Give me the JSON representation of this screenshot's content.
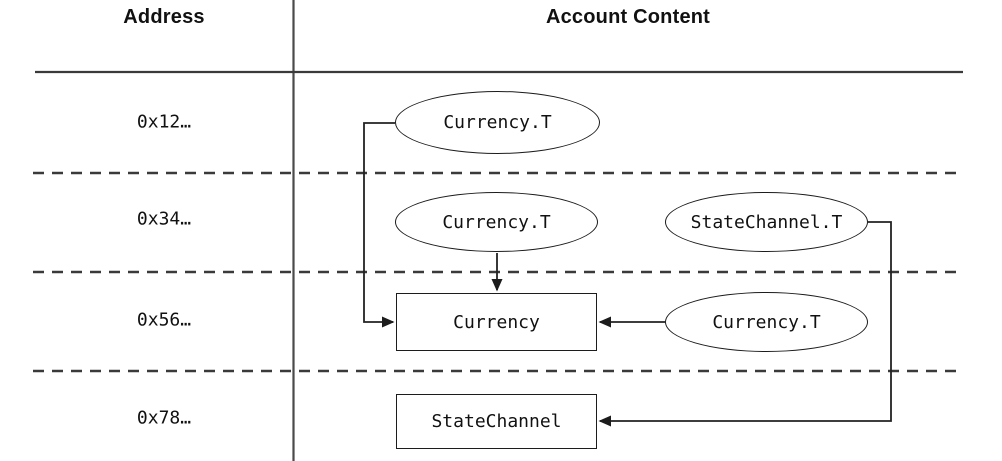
{
  "header": {
    "address": "Address",
    "content": "Account Content"
  },
  "rows": [
    {
      "address": "0x12…",
      "nodes": [
        {
          "shape": "ellipse",
          "label": "Currency.T"
        }
      ]
    },
    {
      "address": "0x34…",
      "nodes": [
        {
          "shape": "ellipse",
          "label": "Currency.T"
        },
        {
          "shape": "ellipse",
          "label": "StateChannel.T"
        }
      ]
    },
    {
      "address": "0x56…",
      "nodes": [
        {
          "shape": "rect",
          "label": "Currency"
        },
        {
          "shape": "ellipse",
          "label": "Currency.T"
        }
      ]
    },
    {
      "address": "0x78…",
      "nodes": [
        {
          "shape": "rect",
          "label": "StateChannel"
        }
      ]
    }
  ],
  "edges": [
    {
      "from": "ellipse-currency-t-0x12",
      "to": "rect-currency-0x56",
      "target_side": "left"
    },
    {
      "from": "ellipse-currency-t-0x34",
      "to": "rect-currency-0x56",
      "target_side": "top"
    },
    {
      "from": "ellipse-currency-t-0x56",
      "to": "rect-currency-0x56",
      "target_side": "right"
    },
    {
      "from": "ellipse-statechannel-t-0x34",
      "to": "rect-statechannel-0x78",
      "target_side": "right"
    }
  ],
  "colors": {
    "background": "#ffffff",
    "grid_line": "#3a3a3a",
    "node_border": "#1c1c1c",
    "text": "#111111"
  }
}
